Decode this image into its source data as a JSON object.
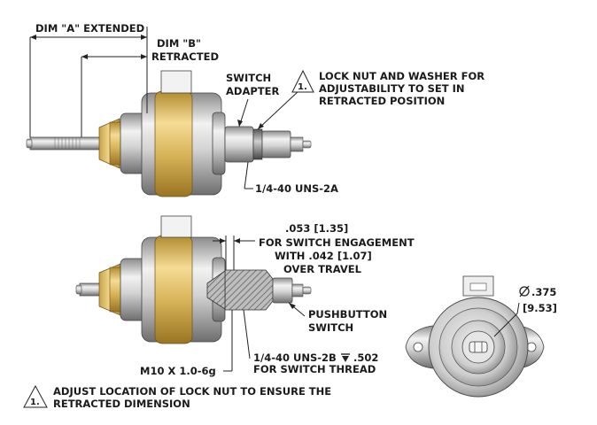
{
  "labels": {
    "dim_a_extended": "DIM \"A\" EXTENDED",
    "dim_b_line1": "DIM \"B\"",
    "dim_b_line2": "RETRACTED",
    "switch_adapter_line1": "SWITCH",
    "switch_adapter_line2": "ADAPTER",
    "note_ref_number": "1.",
    "lock_nut_line1": "LOCK NUT AND WASHER FOR",
    "lock_nut_line2": "ADJUSTABILITY TO SET IN",
    "lock_nut_line3": "RETRACTED POSITION",
    "thread_top": "1/4-40 UNS-2A",
    "engagement_line1": ".053 [1.35]",
    "engagement_line2": "FOR SWITCH ENGAGEMENT",
    "engagement_line3": "WITH .042 [1.07]",
    "engagement_line4": "OVER TRAVEL",
    "pushbutton_line1": "PUSHBUTTON",
    "pushbutton_line2": "SWITCH",
    "metric_thread": "M10 X 1.0-6g",
    "thread_bottom_line1": "1/4-40 UNS-2B",
    "thread_depth": ".502",
    "thread_bottom_line2": "FOR SWITCH THREAD",
    "diameter_value": ".375",
    "diameter_metric": "[9.53]",
    "footnote_number": "1.",
    "footnote_line1": "ADJUST LOCATION OF LOCK NUT TO ENSURE THE",
    "footnote_line2": "RETRACTED DIMENSION"
  },
  "colors": {
    "brass": "#d8b45a",
    "steel": "#c9c9c9",
    "line": "#222222",
    "background": "#ffffff"
  }
}
